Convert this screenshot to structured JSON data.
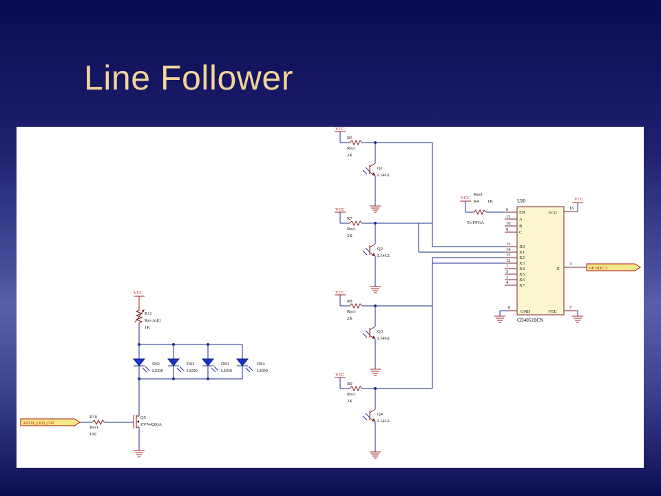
{
  "slide": {
    "title": "Line Follower"
  },
  "colors": {
    "background": "#1e206e",
    "title": "#f2d49a",
    "wire": "#1a2a8a",
    "led": "#1c33c8",
    "port": "#f5e88a"
  },
  "led_circuit": {
    "vcc": "VCC",
    "pot_ref": "R11",
    "pot_type": "Res Adj1",
    "pot_value": "1K",
    "leds": [
      {
        "ref": "DS1",
        "type": "LED0"
      },
      {
        "ref": "DS2",
        "type": "LED0"
      },
      {
        "ref": "DS3",
        "type": "LED0"
      },
      {
        "ref": "DS4",
        "type": "LED0"
      }
    ],
    "fet_ref": "Q5",
    "fet_type": "ZVN4206A",
    "gate_res_ref": "R10",
    "gate_res_type": "Res1",
    "gate_res_value": "100",
    "input_port": "PATH_LED_ON"
  },
  "sensors": [
    {
      "vcc": "VCC",
      "res_ref": "R5",
      "res_type": "Res1",
      "res_value": "2K",
      "q_ref": "Q1",
      "q_type": "L14G1"
    },
    {
      "vcc": "VCC",
      "res_ref": "R7",
      "res_type": "Res1",
      "res_value": "2K",
      "q_ref": "Q2",
      "q_type": "L14G1"
    },
    {
      "vcc": "VCC",
      "res_ref": "R8",
      "res_type": "Res1",
      "res_value": "2K",
      "q_ref": "Q3",
      "q_type": "L14G1"
    },
    {
      "vcc": "VCC",
      "res_ref": "R9",
      "res_type": "Res1",
      "res_value": "2K",
      "q_ref": "Q4",
      "q_type": "L14G1"
    }
  ],
  "mux": {
    "ref": "U20",
    "part": "CD4051BCN",
    "left_pins": [
      "EN",
      "A",
      "B",
      "C",
      "X0",
      "X1",
      "X2",
      "X3",
      "X4",
      "X5",
      "X6",
      "X7"
    ],
    "left_pin_numbers": [
      "6",
      "11",
      "10",
      "9",
      "13",
      "14",
      "15",
      "12",
      "1",
      "5",
      "2",
      "4"
    ],
    "right_pins": {
      "vcc": "VCC",
      "x": "X",
      "gnd": "GND",
      "vee": "VEE"
    },
    "pin_numbers": {
      "vcc": "16",
      "x": "3",
      "gnd": "8",
      "vee": "7"
    },
    "en_res_ref": "R4",
    "en_res_type": "Res1",
    "en_res_value": "1K",
    "vcc_left": "VCC",
    "vcc_right": "VCC",
    "fpga_label": "To FPGA",
    "output_port": "uP ADC 2"
  }
}
